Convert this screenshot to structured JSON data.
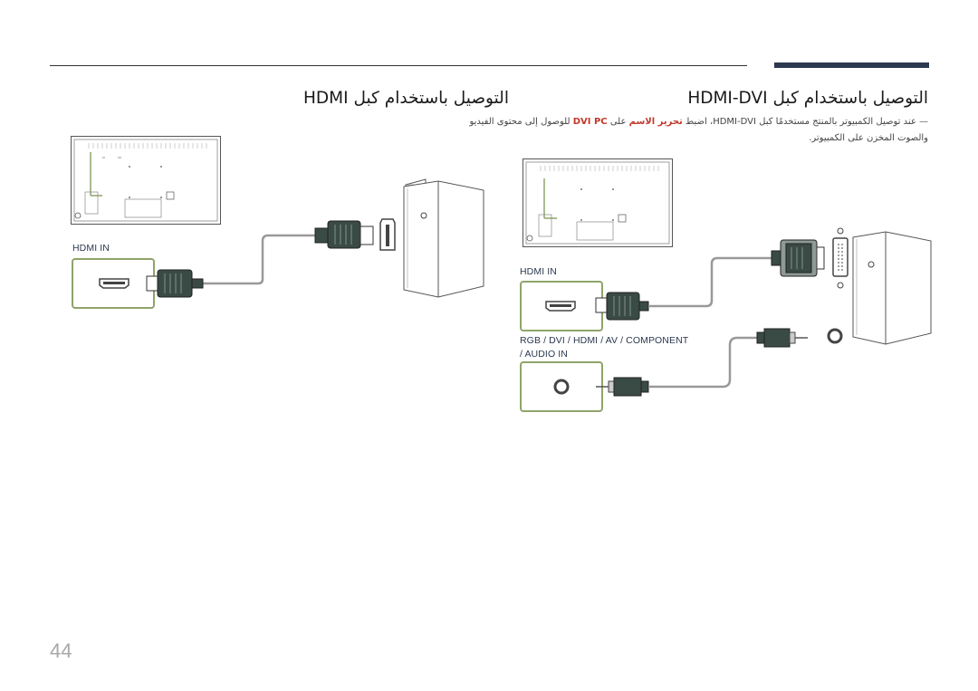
{
  "section_left": {
    "title": "التوصيل باستخدام كبل HDMI"
  },
  "section_right": {
    "title": "التوصيل باستخدام كبل HDMI-DVI",
    "note": {
      "dash": "—",
      "part1": "عند توصيل الكمبيوتر بالمنتج مستخدمًا كبل HDMI-DVI، اضبط ",
      "highlight1": "تحرير الاسم",
      "part2": " على ",
      "highlight2": "DVI PC",
      "part3": " للوصول إلى محتوى الفيديو",
      "line2": "والصوت المخزن على الكمبيوتر."
    }
  },
  "labels": {
    "hdmi_in_left": "HDMI IN",
    "hdmi_in_right": "HDMI IN",
    "audio_in_line1": "RGB / DVI / HDMI / AV / COMPONENT",
    "audio_in_line2": "/ AUDIO IN"
  },
  "page_number": "44",
  "colors": {
    "accent": "#2b3850",
    "callout_border": "#8fa46a",
    "highlight_text": "#c0392b",
    "connector": "#3a4a45"
  }
}
